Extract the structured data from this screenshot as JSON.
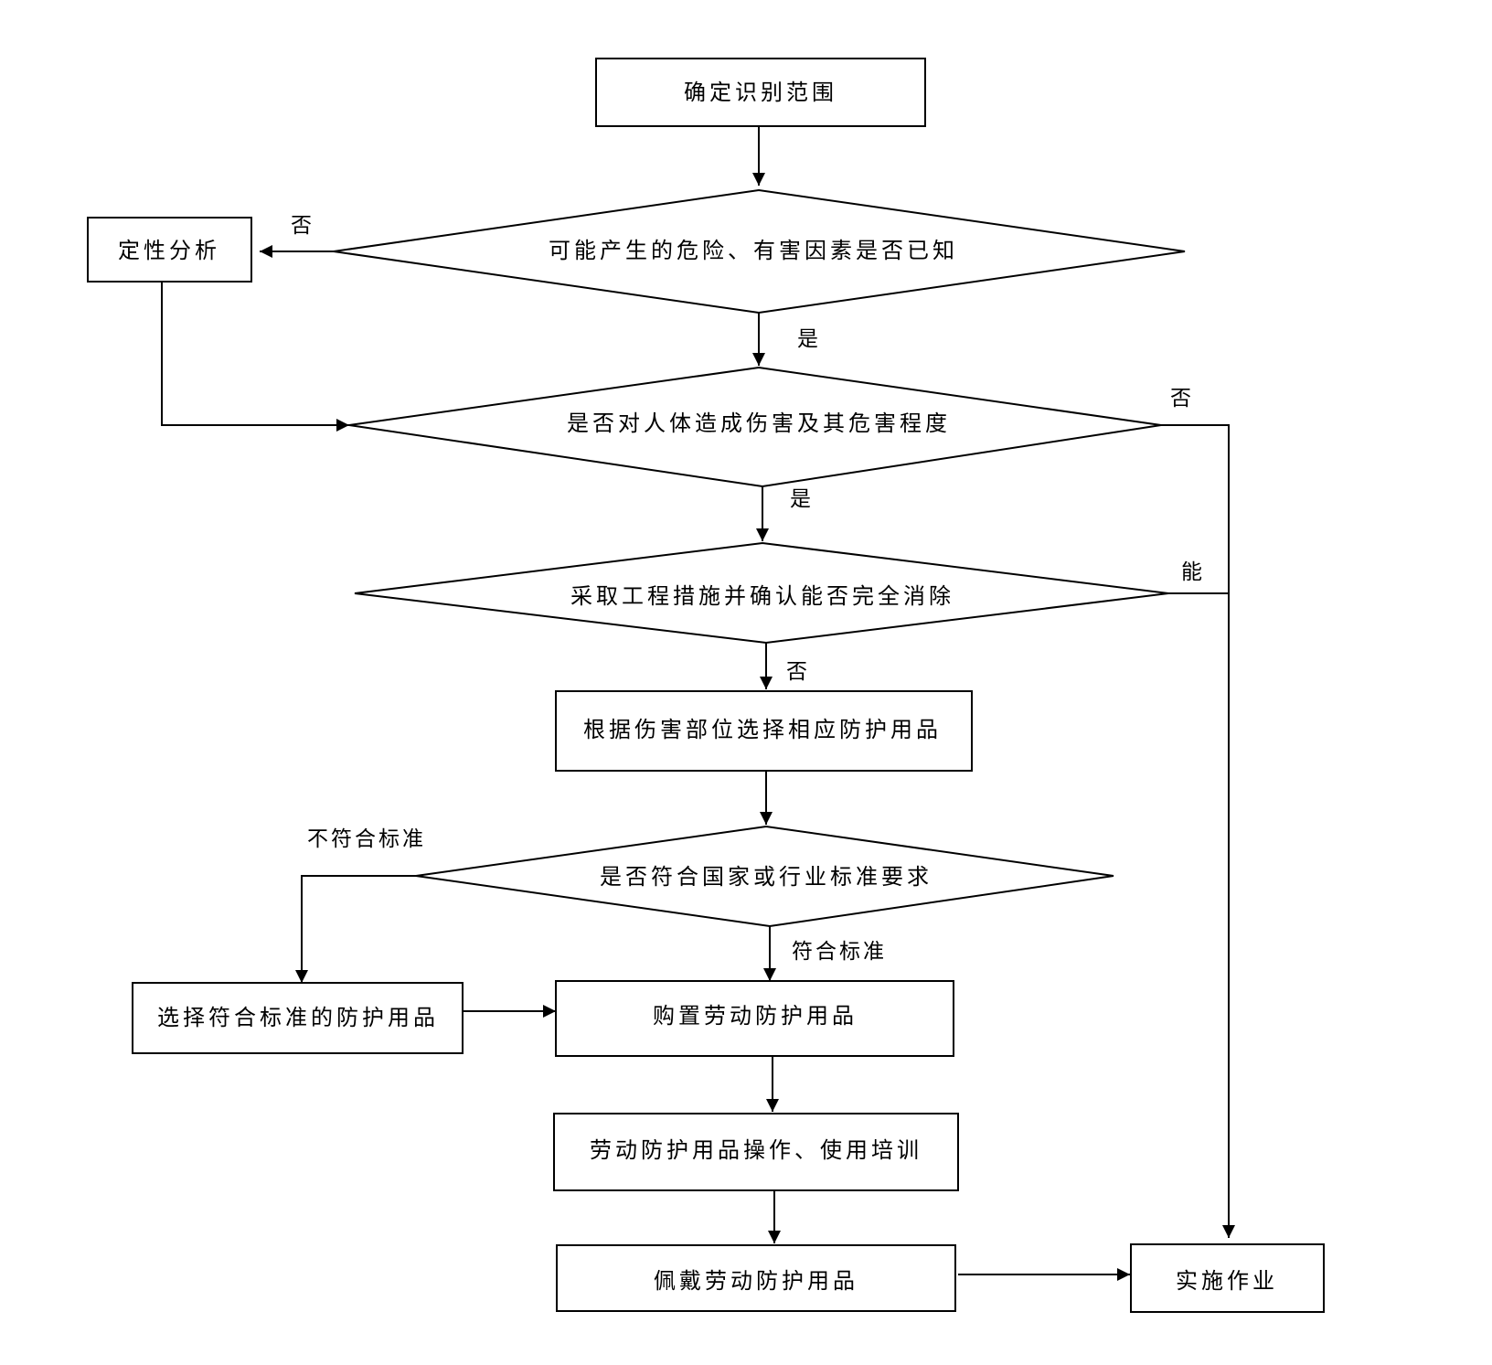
{
  "nodes": {
    "determine_scope": "确定识别范围",
    "qualitative_analysis": "定性分析",
    "hazard_known": "可能产生的危险、有害因素是否已知",
    "harm_to_body": "是否对人体造成伤害及其危害程度",
    "engineering_measures": "采取工程措施并确认能否完全消除",
    "select_by_body_part": "根据伤害部位选择相应防护用品",
    "meets_standard": "是否符合国家或行业标准要求",
    "select_compliant": "选择符合标准的防护用品",
    "purchase_ppe": "购置劳动防护用品",
    "ppe_training": "劳动防护用品操作、使用培训",
    "wear_ppe": "佩戴劳动防护用品",
    "perform_work": "实施作业"
  },
  "edge_labels": {
    "known_no": "否",
    "known_yes": "是",
    "harm_no": "否",
    "harm_yes": "是",
    "eliminate_yes": "能",
    "eliminate_no": "否",
    "standard_no": "不符合标准",
    "standard_yes": "符合标准"
  }
}
